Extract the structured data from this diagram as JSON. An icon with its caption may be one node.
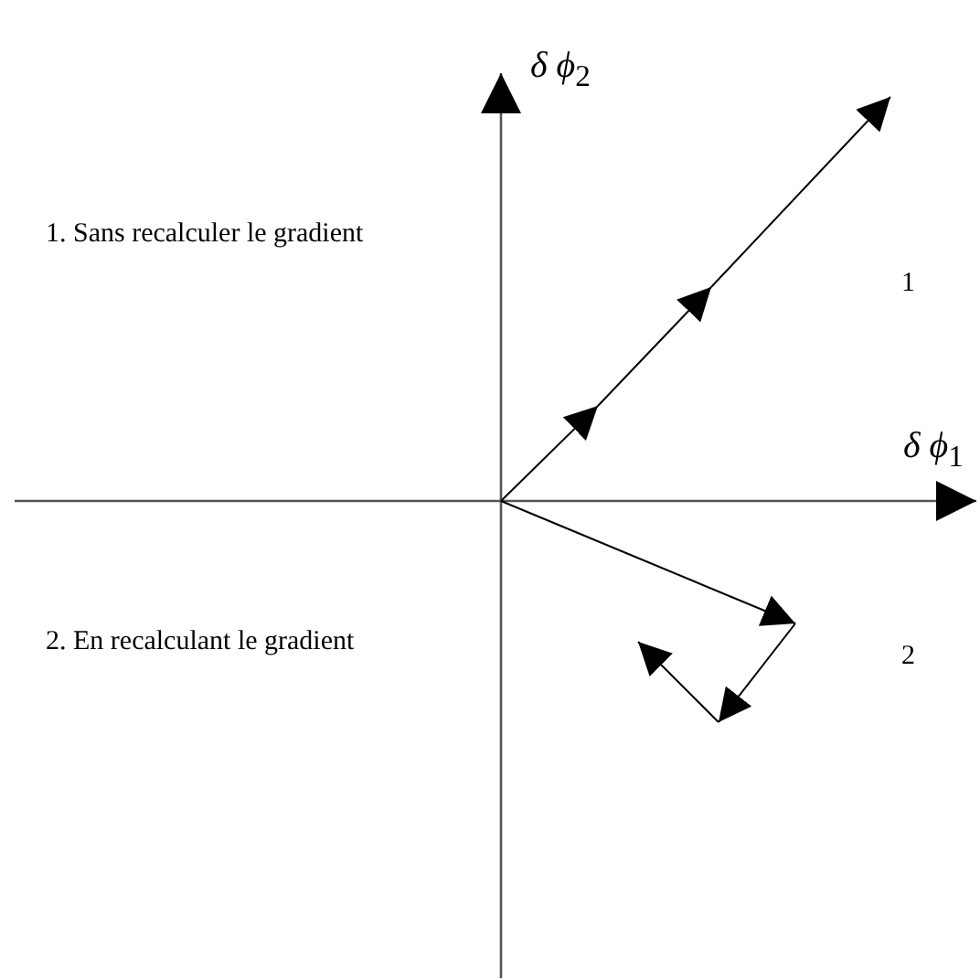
{
  "diagram": {
    "labels": [
      "*δ ϕ*$_{2}$",
      "1. Sans recalculer le gradient",
      "1",
      "*δ ϕ*$_{1}$",
      "2. En recalculant le gradient",
      "2"
    ]
  }
}
